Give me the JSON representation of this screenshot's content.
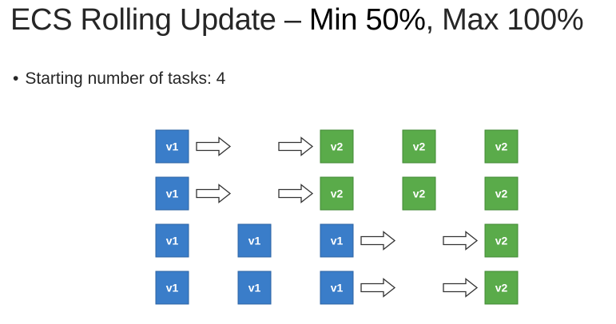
{
  "title": {
    "part1": "ECS Rolling Update – ",
    "part2": "Min 50%",
    "part3": ", Max 100%"
  },
  "bullet": {
    "symbol": "•",
    "text": "Starting number of tasks: 4"
  },
  "colors": {
    "v1_fill": "#3a7dc9",
    "v1_border": "#2c63a3",
    "v2_fill": "#5aab4a",
    "v2_border": "#418a34",
    "arrow_stroke": "#333333"
  },
  "diagram": {
    "columns": [
      [
        "v1",
        "v1",
        "v1",
        "v1"
      ],
      [
        "",
        "",
        "v1",
        "v1"
      ],
      [
        "v2",
        "v2",
        "v1",
        "v1"
      ],
      [
        "v2",
        "v2",
        "",
        ""
      ],
      [
        "v2",
        "v2",
        "v2",
        "v2"
      ]
    ],
    "arrows": [
      {
        "row": 0,
        "after_col": 0
      },
      {
        "row": 0,
        "before_col": 2
      },
      {
        "row": 1,
        "after_col": 0
      },
      {
        "row": 1,
        "before_col": 2
      },
      {
        "row": 2,
        "after_col": 2
      },
      {
        "row": 2,
        "before_col": 4
      },
      {
        "row": 3,
        "after_col": 2
      },
      {
        "row": 3,
        "before_col": 4
      }
    ]
  }
}
